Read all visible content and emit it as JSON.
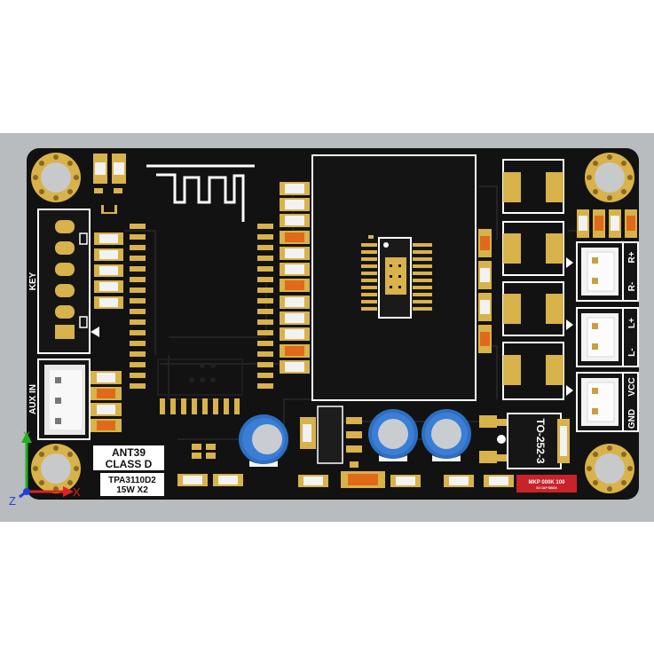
{
  "board": {
    "bg_color": "#b9bcbe",
    "pcb_color": "#121212",
    "pad_color": "#d8b24a",
    "trace_color": "#1d1d1d",
    "silk_color": "#ffffff",
    "cap_blue": "#2e6fc2"
  },
  "connectors": {
    "key_label": "KEY",
    "aux_label": "AUX IN",
    "out_labels": [
      "R+",
      "R-",
      "L+",
      "L-",
      "VCC",
      "GND"
    ]
  },
  "labels": {
    "model_line1": "ANT39",
    "model_line2": "CLASS D",
    "chip_line1": "TPA3110D2",
    "chip_line2": "15W X2",
    "package": "TO-252-3",
    "cap_main": "MKP 000K 100",
    "cap_sub": "X2 CAP KBOX"
  },
  "axes": {
    "x": "X",
    "y": "Y",
    "z": "Z",
    "x_color": "#e02020",
    "y_color": "#20b020",
    "z_color": "#2040e0"
  }
}
